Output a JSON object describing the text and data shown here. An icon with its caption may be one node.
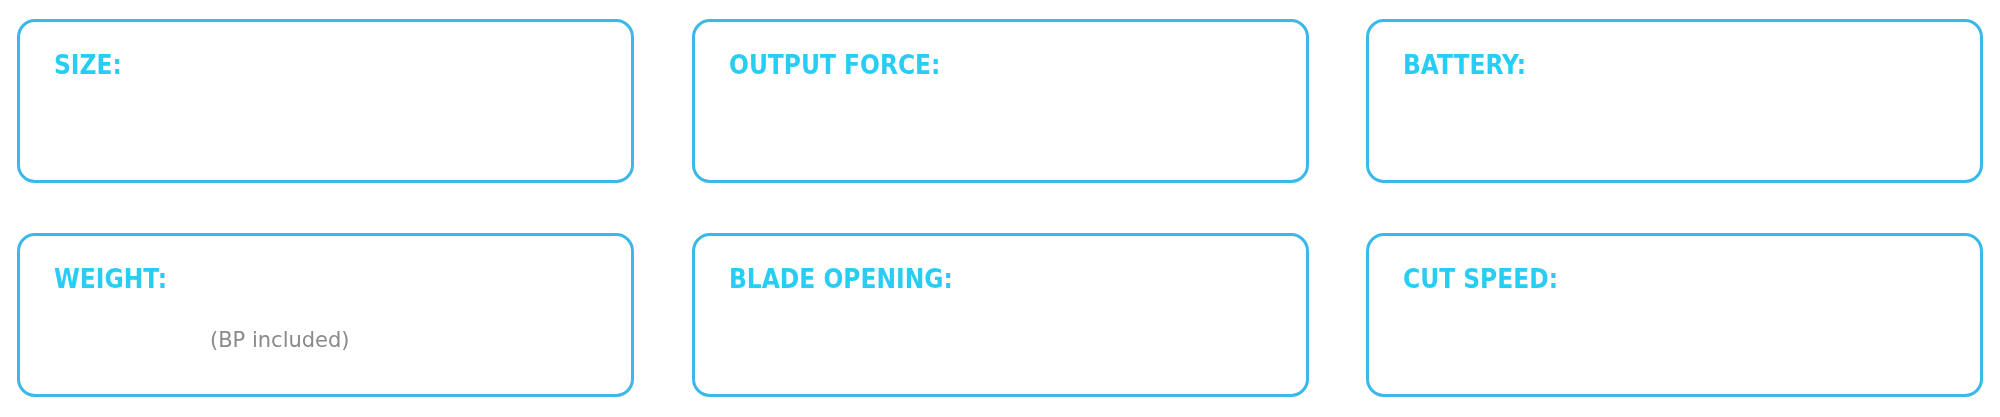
{
  "diagram": {
    "nodes": [
      {
        "text": [
          "SIZE:"
        ]
      },
      {
        "text": [
          "OUTPUT FORCE:"
        ]
      },
      {
        "text": [
          "BATTERY:"
        ]
      },
      {
        "text": [
          "WEIGHT:",
          "(BP included)"
        ]
      },
      {
        "text": [
          "BLADE OPENING:"
        ]
      },
      {
        "text": [
          "CUT SPEED:"
        ]
      }
    ]
  }
}
